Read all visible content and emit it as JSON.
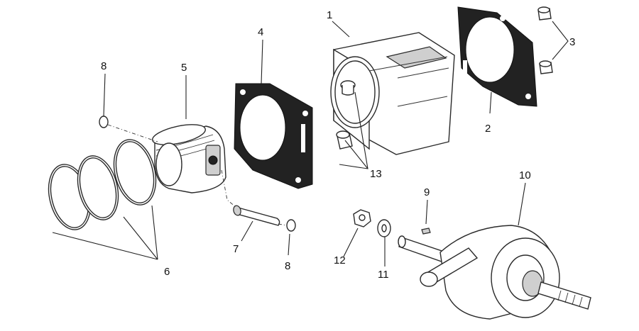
{
  "callouts": {
    "c1": "1",
    "c2": "2",
    "c3": "3",
    "c4": "4",
    "c5": "5",
    "c6": "6",
    "c7": "7",
    "c8a": "8",
    "c8b": "8",
    "c9": "9",
    "c10": "10",
    "c11": "11",
    "c12": "12",
    "c13": "13"
  }
}
